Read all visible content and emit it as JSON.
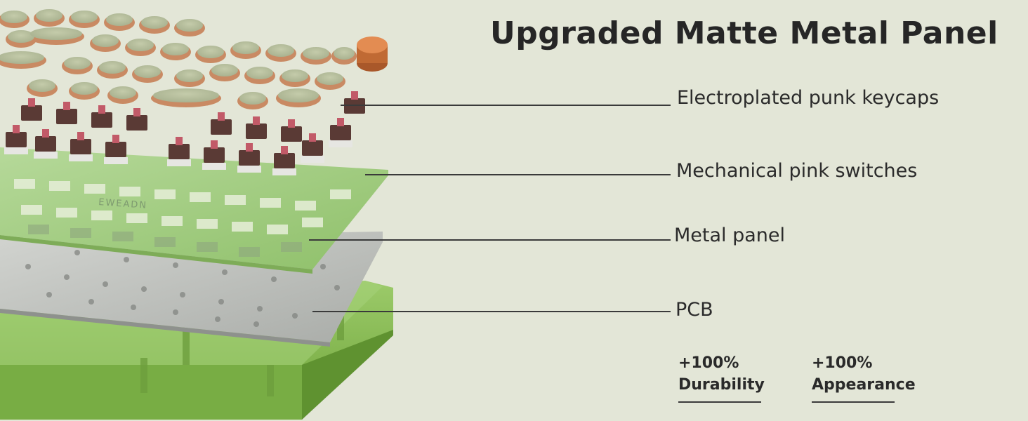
{
  "title": "Upgraded Matte Metal Panel",
  "callouts": [
    {
      "label": "Electroplated punk keycaps"
    },
    {
      "label": "Mechanical pink switches"
    },
    {
      "label": "Metal panel"
    },
    {
      "label": "PCB"
    }
  ],
  "stats": [
    {
      "value": "+100%",
      "label": "Durability"
    },
    {
      "value": "+100%",
      "label": "Appearance"
    }
  ],
  "plate_logo": "EWEADN",
  "colors": {
    "background": "#e3e6d7",
    "keycap_top": "#b5bd9a",
    "keycap_rim": "#c98a63",
    "switch_stem": "#b8505c",
    "switch_housing": "#5a3a35",
    "plate": "#a8ce88",
    "pcb": "#b9bcb8",
    "case": "#86ba4f",
    "text": "#262626"
  }
}
